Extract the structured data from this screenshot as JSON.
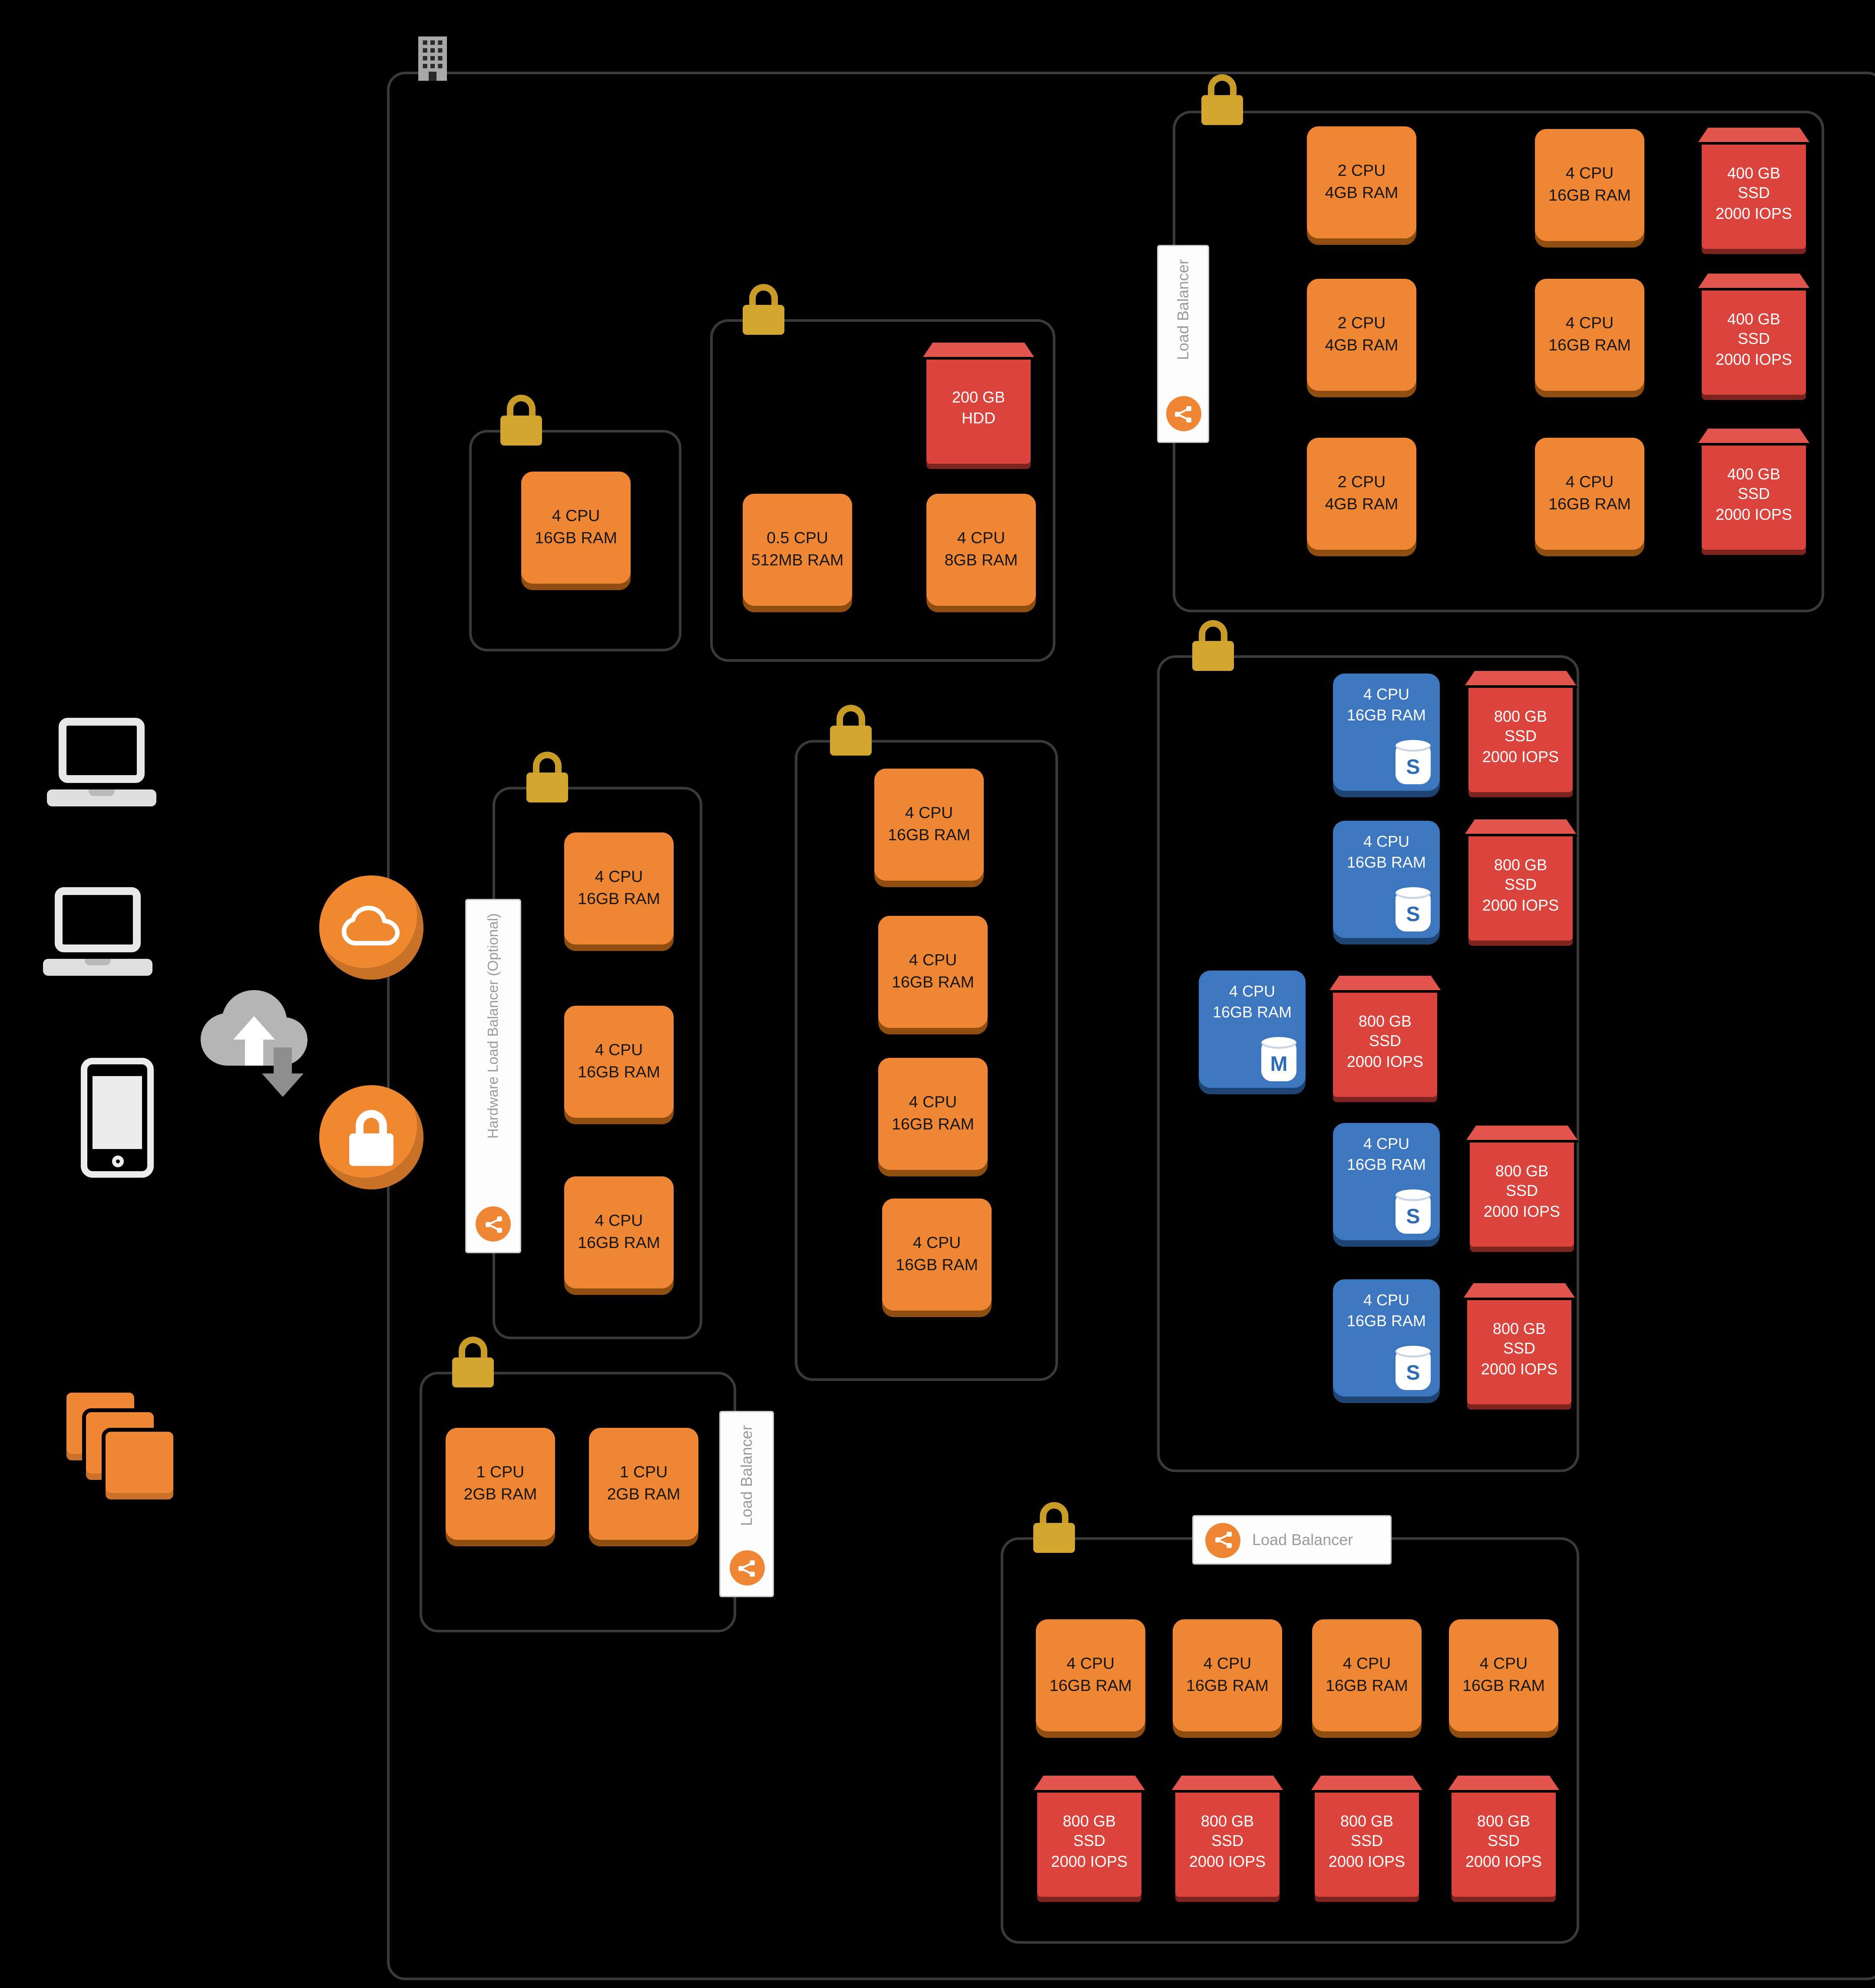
{
  "palette": {
    "background": "#000000",
    "compute_orange": "#EE8633",
    "storage_red": "#DB443D",
    "database_blue": "#3D77BF",
    "padlock_gold": "#D2A52E",
    "label_gray": "#9B9B9B",
    "accent_circle_orange": "#EF882F"
  },
  "icons": {
    "building": "datacenter-building-icon",
    "padlock": "padlock-icon",
    "load_balancer_badge": "load-balancer-network-icon",
    "cloud": "cloud-icon",
    "secure_lock": "secure-lock-icon",
    "cloud_transfer": "cloud-transfer-icon",
    "laptop": "laptop-icon",
    "smartphone": "smartphone-icon",
    "app_stack": "app-stack-icon",
    "db_cylinder": "database-cylinder-icon"
  },
  "groups": {
    "top_right": {
      "label": "Load Balancer",
      "col1": [
        {
          "l1": "2 CPU",
          "l2": "4GB RAM"
        },
        {
          "l1": "2 CPU",
          "l2": "4GB RAM"
        },
        {
          "l1": "2 CPU",
          "l2": "4GB RAM"
        }
      ],
      "col2": [
        {
          "l1": "4 CPU",
          "l2": "16GB RAM"
        },
        {
          "l1": "4 CPU",
          "l2": "16GB RAM"
        },
        {
          "l1": "4 CPU",
          "l2": "16GB RAM"
        }
      ],
      "col3": [
        {
          "l1": "400 GB",
          "l2": "SSD",
          "l3": "2000 IOPS"
        },
        {
          "l1": "400 GB",
          "l2": "SSD",
          "l3": "2000 IOPS"
        },
        {
          "l1": "400 GB",
          "l2": "SSD",
          "l3": "2000 IOPS"
        }
      ]
    },
    "mid_top": {
      "storage": {
        "l1": "200 GB",
        "l2": "HDD"
      },
      "compute1": {
        "l1": "0.5 CPU",
        "l2": "512MB RAM"
      },
      "compute2": {
        "l1": "4 CPU",
        "l2": "8GB RAM"
      }
    },
    "single_node": {
      "compute": {
        "l1": "4 CPU",
        "l2": "16GB RAM"
      }
    },
    "hw_lb": {
      "label": "Hardware Load Balancer (Optional)",
      "compute": [
        {
          "l1": "4 CPU",
          "l2": "16GB RAM"
        },
        {
          "l1": "4 CPU",
          "l2": "16GB RAM"
        },
        {
          "l1": "4 CPU",
          "l2": "16GB RAM"
        }
      ]
    },
    "app_column": {
      "compute": [
        {
          "l1": "4 CPU",
          "l2": "16GB RAM"
        },
        {
          "l1": "4 CPU",
          "l2": "16GB RAM"
        },
        {
          "l1": "4 CPU",
          "l2": "16GB RAM"
        },
        {
          "l1": "4 CPU",
          "l2": "16GB RAM"
        }
      ]
    },
    "database": {
      "rows": [
        {
          "db": {
            "l1": "4 CPU",
            "l2": "16GB RAM",
            "badge": "S"
          },
          "st": {
            "l1": "800 GB",
            "l2": "SSD",
            "l3": "2000 IOPS"
          }
        },
        {
          "db": {
            "l1": "4 CPU",
            "l2": "16GB RAM",
            "badge": "S"
          },
          "st": {
            "l1": "800 GB",
            "l2": "SSD",
            "l3": "2000 IOPS"
          }
        },
        {
          "db": {
            "l1": "4 CPU",
            "l2": "16GB RAM",
            "badge": "M"
          },
          "st": {
            "l1": "800 GB",
            "l2": "SSD",
            "l3": "2000 IOPS"
          }
        },
        {
          "db": {
            "l1": "4 CPU",
            "l2": "16GB RAM",
            "badge": "S"
          },
          "st": {
            "l1": "800 GB",
            "l2": "SSD",
            "l3": "2000 IOPS"
          }
        },
        {
          "db": {
            "l1": "4 CPU",
            "l2": "16GB RAM",
            "badge": "S"
          },
          "st": {
            "l1": "800 GB",
            "l2": "SSD",
            "l3": "2000 IOPS"
          }
        }
      ]
    },
    "small_pair": {
      "label": "Load Balancer",
      "compute": [
        {
          "l1": "1 CPU",
          "l2": "2GB RAM"
        },
        {
          "l1": "1 CPU",
          "l2": "2GB RAM"
        }
      ]
    },
    "bottom_tier": {
      "label": "Load Balancer",
      "compute": [
        {
          "l1": "4 CPU",
          "l2": "16GB RAM"
        },
        {
          "l1": "4 CPU",
          "l2": "16GB RAM"
        },
        {
          "l1": "4 CPU",
          "l2": "16GB RAM"
        },
        {
          "l1": "4 CPU",
          "l2": "16GB RAM"
        }
      ],
      "storage": [
        {
          "l1": "800 GB",
          "l2": "SSD",
          "l3": "2000 IOPS"
        },
        {
          "l1": "800 GB",
          "l2": "SSD",
          "l3": "2000 IOPS"
        },
        {
          "l1": "800 GB",
          "l2": "SSD",
          "l3": "2000 IOPS"
        },
        {
          "l1": "800 GB",
          "l2": "SSD",
          "l3": "2000 IOPS"
        }
      ]
    }
  }
}
